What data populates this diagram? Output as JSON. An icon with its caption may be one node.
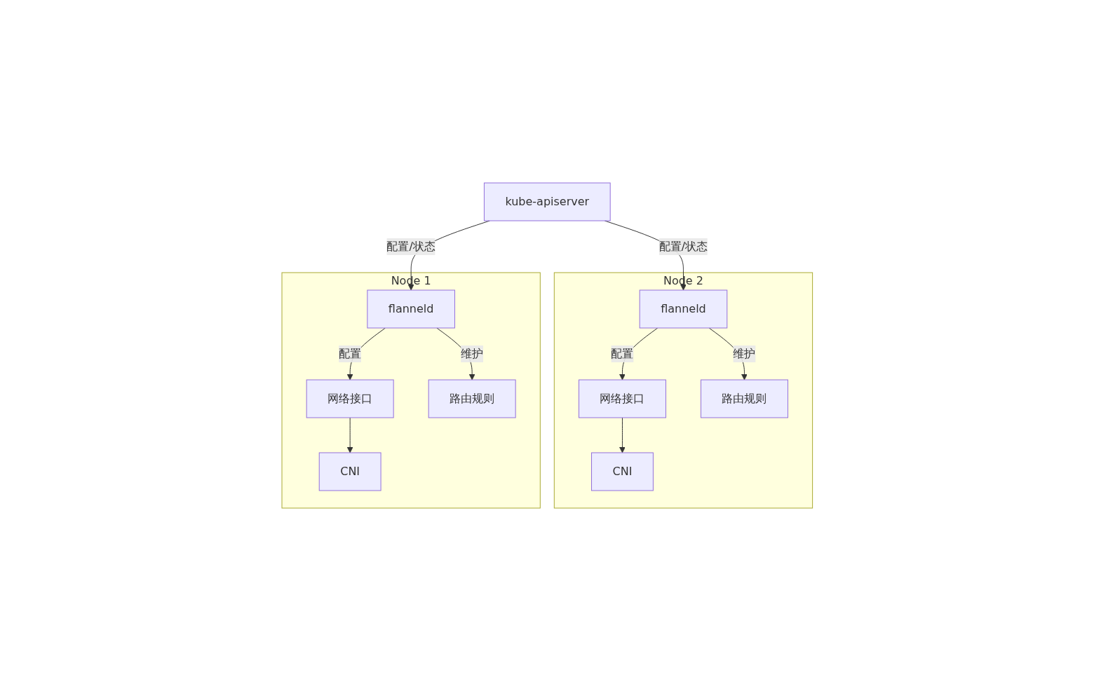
{
  "diagram": {
    "nodes": [
      {
        "text": [
          "kube-apiserver"
        ]
      },
      {
        "text": [
          "Node 2"
        ]
      },
      {
        "text": [
          "flanneld"
        ],
        "in": 1
      },
      {
        "text": [
          "网络接口"
        ],
        "in": 1
      },
      {
        "text": [
          "路由规则"
        ],
        "in": 1
      },
      {
        "text": [
          "CNI"
        ],
        "in": 1
      },
      {
        "text": [
          "Node 1"
        ]
      },
      {
        "text": [
          "flanneld"
        ],
        "in": 6
      },
      {
        "text": [
          "网络接口"
        ],
        "in": 6
      },
      {
        "text": [
          "路由规则"
        ],
        "in": 6
      },
      {
        "text": [
          "CNI"
        ],
        "in": 6
      }
    ],
    "edges": [
      {
        "from": 0,
        "to": 2,
        "arrow": "to",
        "label": "配置/状态"
      },
      {
        "from": 0,
        "to": 7,
        "arrow": "to",
        "label": "配置/状态"
      },
      {
        "from": 2,
        "to": 3,
        "arrow": "to",
        "label": "配置"
      },
      {
        "from": 2,
        "to": 4,
        "arrow": "to",
        "label": "维护"
      },
      {
        "from": 3,
        "to": 5,
        "arrow": "to"
      },
      {
        "from": 7,
        "to": 8,
        "arrow": "to",
        "label": "配置"
      },
      {
        "from": 7,
        "to": 9,
        "arrow": "to",
        "label": "维护"
      },
      {
        "from": 8,
        "to": 10,
        "arrow": "to"
      }
    ]
  }
}
